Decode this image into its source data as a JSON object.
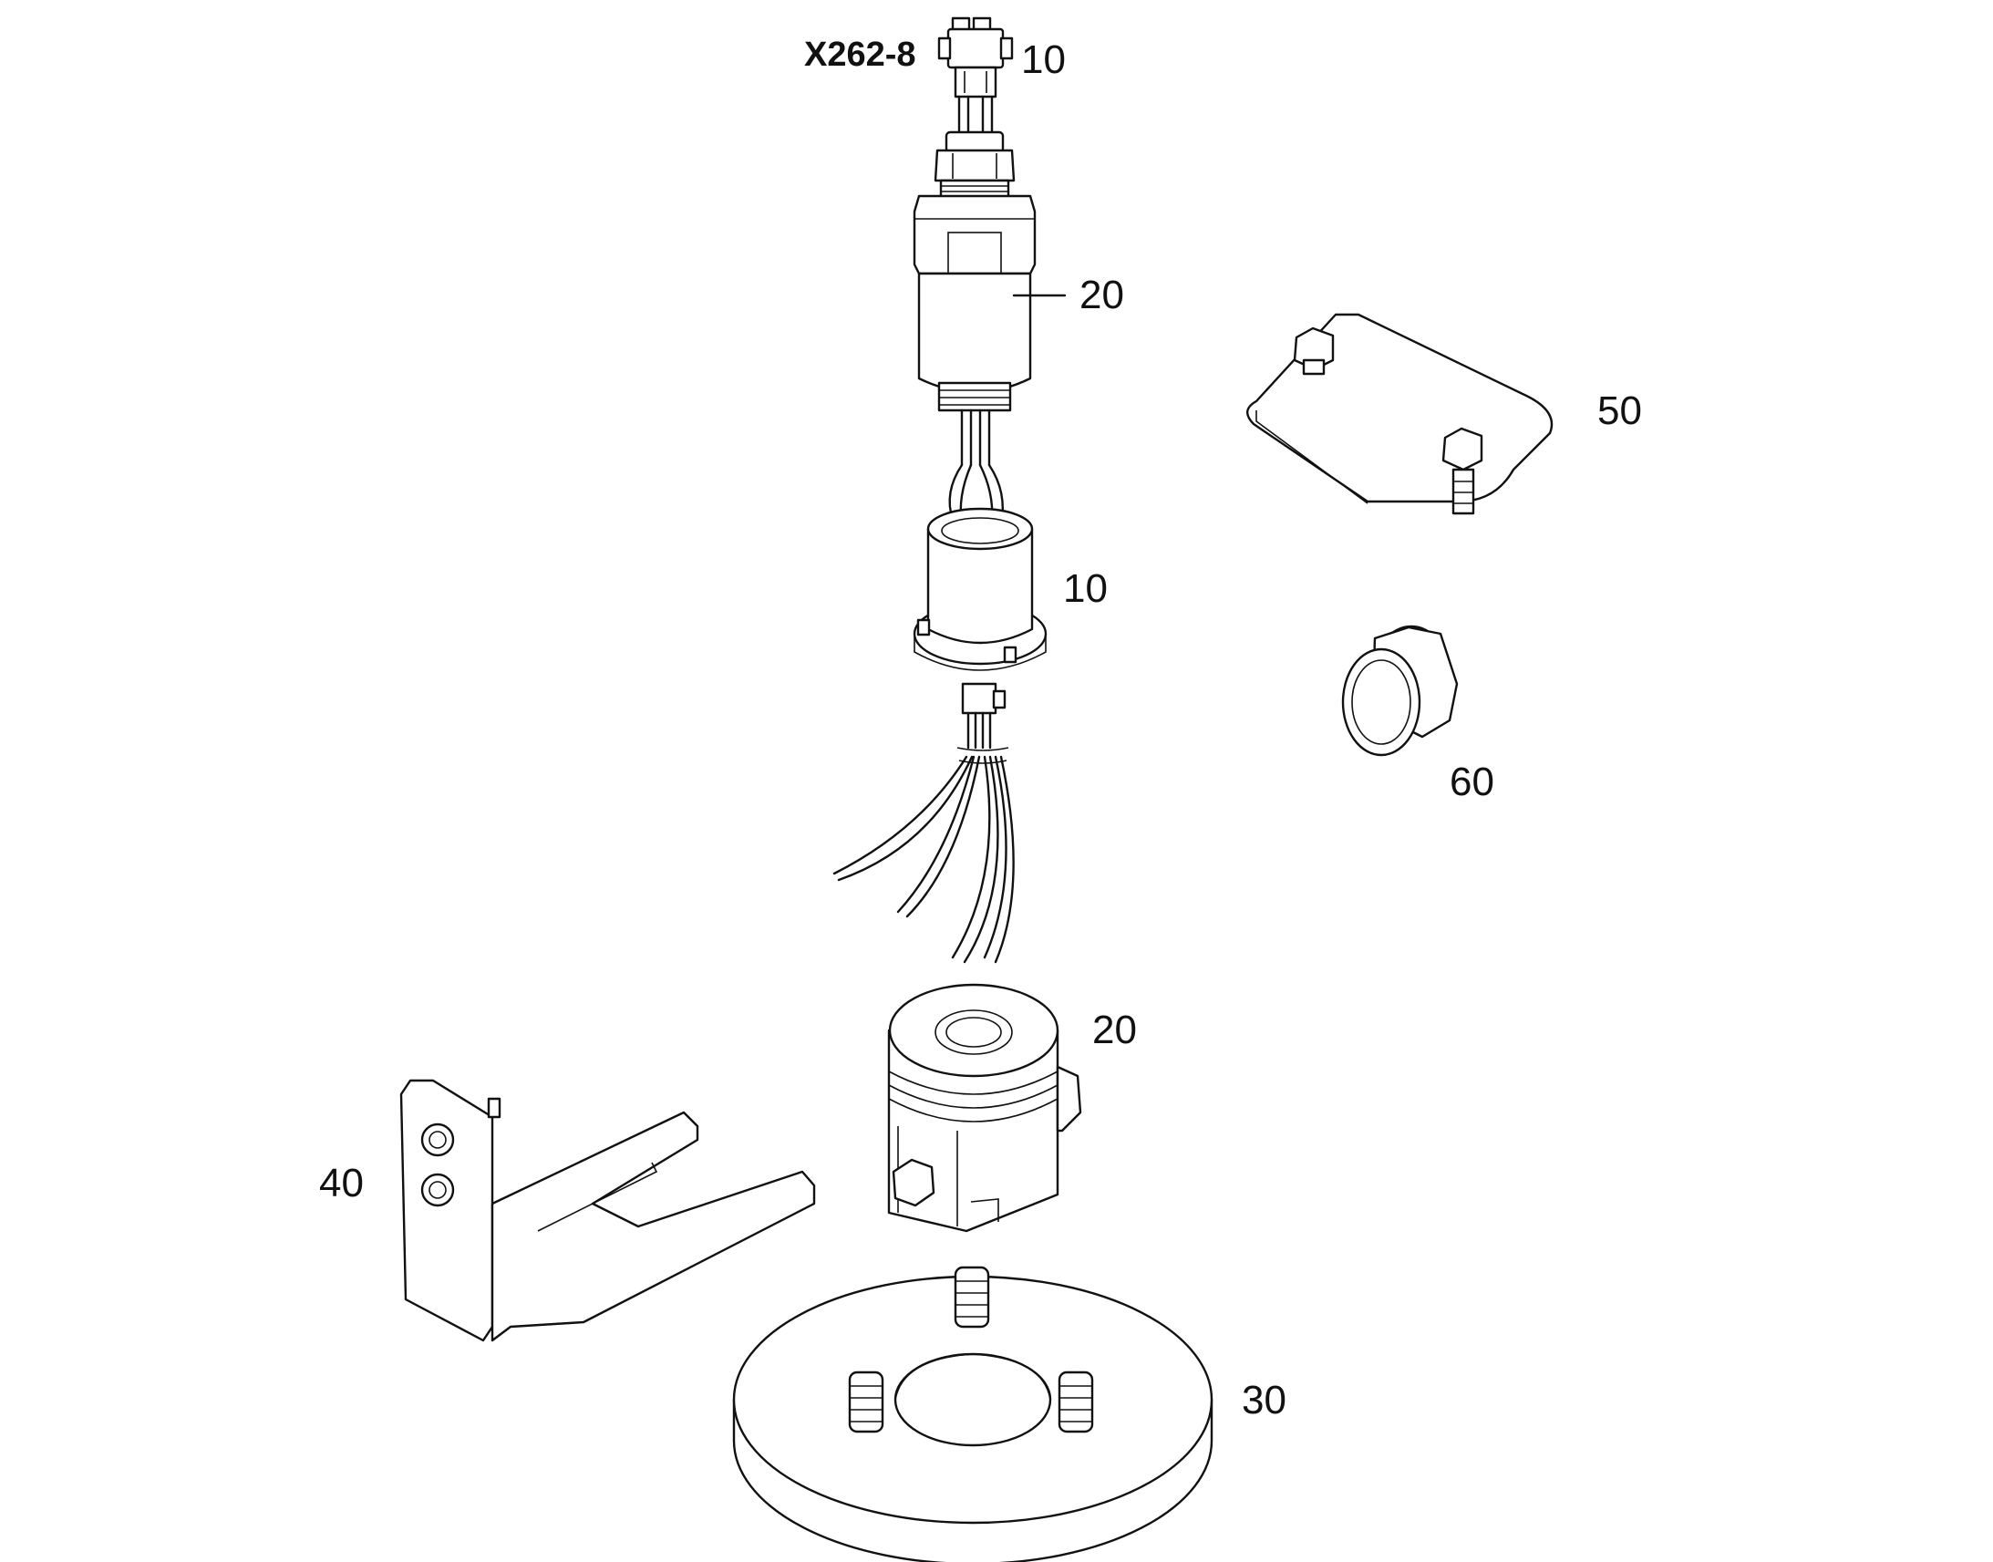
{
  "connector_label": "X262-8",
  "callouts": {
    "c10_top": "10",
    "c20_top": "20",
    "c50": "50",
    "c10_mid": "10",
    "c60": "60",
    "c20_bottom": "20",
    "c40": "40",
    "c30": "30"
  }
}
